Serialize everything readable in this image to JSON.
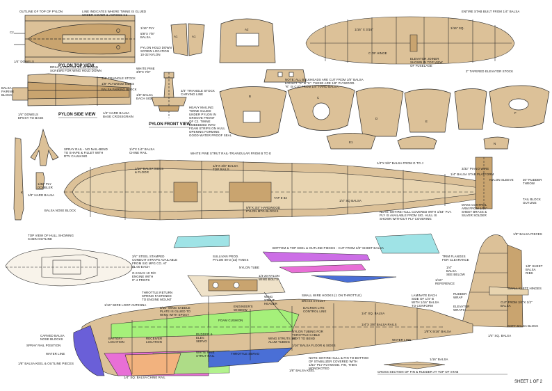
{
  "sheet": "SHEET 1 OF 2",
  "colors": {
    "wood": "#d8b98a",
    "wood_dark": "#c9a46f",
    "line": "#2a2a2a",
    "blue": "#4a6fd6",
    "cyan": "#9fe3e6",
    "purple": "#cc6ee6",
    "pink": "#e86fd6",
    "orange": "#f2b27e",
    "green": "#a5f07a",
    "violet": "#6a5fd8"
  },
  "titles": {
    "pylon_top": "PYLON TOP VIEW",
    "pylon_side": "PYLON SIDE VIEW",
    "pylon_front": "PYLON FRONT VIEW"
  },
  "part_letters": {
    "a1": "A1",
    "a1b": "A1",
    "a2": "A2",
    "b": "B",
    "c": "C",
    "d": "D",
    "e": "E",
    "e1": "E1",
    "f": "F",
    "n": "N",
    "k": "K"
  },
  "labels": {
    "outline_pylon": "OUTLINE OF TOP OF PYLON",
    "line_twine": "LINE INDICATES WHERE TWINE IS GLUED\nUNDER COVER & ACROSS C2",
    "ply_116": "1/16\" PLY",
    "balsa_5812": "5/8\"X 7/8\"\nBALSA",
    "pylon_hold": "PYLON HOLD DOWN\nSCREW LOCATION\n10-32 NYLON",
    "dowels_14": "1/4\" DOWELS",
    "c2": "C2",
    "entire_stab": "ENTIRE STAB BUILT FROM 1/4\" BALSA",
    "sq_116": "1/16\" SQ.",
    "sq_116b": "1/16\" X 3/16\"",
    "hinge": "C OF HINGE",
    "elevator_joiner": "ELEVATOR JOINER\nSHOWN IN TOP VIEW\nOF FUSELAGE",
    "tapered": "2\" TAPERED ELEVATOR STOCK",
    "drill_tap": "DRILL & TAP FOR 1/4-20 NYLON\nSCREWS FOR WING HOLD DOWN",
    "triangle": "3/4\" TRIANGLE STOCK",
    "plywood_sides": "1/8\" PLYWOOD SIDES",
    "balsa_fairing": "BALSA FAIRING BLOCK",
    "balsa_block_l": "BALSA\nFAIRING\nBLOCK",
    "dowels_epoxy": "1/4\" DOWELS\nEPOXY TO BASE",
    "hard_balsa_base": "1/4\" HARD BALSA\nBASE CROSSGRAIN",
    "white_pine": "WHITE PINE\n3/8\"X 7/8\"",
    "balsa_each": "1/8\" BALSA\nEACH SIDE",
    "triangle_stock2": "3/4\" TRIANGLE STOCK\nCARVING LINE",
    "heavy_twine": "HEAVY MAILING\nTWINE GLUED\nUNDER PYLON IN\nGROOVE FRONT\nOF C2. TWINE\nEMBEDDED INTO\nFOAM STRIPS ON HULL\nOPENING FORMING\nGOOD WATER PROOF SEAL",
    "bulkheads": "NOTE: ALL BULKHEADS ARE CUT FROM 1/8\" BALSA\nEXCEPT \"E\" & \"K\". THESE ARE 1/8\" PLYWOOD.\n\"K\" IS CUT FROM 1/8\" HARD BALSA",
    "spray_rail": "SPRAY RAIL - NO NAIL-BEND\nTO SHAPE & FILLET WITH\nRTV CAULKING",
    "chine_rail": "1/4\"X 1/4\" BALSA\nCHINE RAIL",
    "strut_rail": "WHITE PINE STRUT RAIL-TRIANGULAR FROM B TO E",
    "balsa_sides": "1/16\" BALSA SIDES\n& FLOOR",
    "balsa_332": "1/4\"X 3/8\" BALSA\nTOP RAILS",
    "balsa_1418": "1/4\"X 5/8\" BALSA FROM G TO J",
    "ply_doubler": "1/32\" PLY\nDOUBLER",
    "hard_balsa": "1/8\" HARD BALSA",
    "balsa_nose": "BALSA NOSE BLOCK",
    "tap_832": "TAP 8-32",
    "hardwood": "5/8\"X 3/4\" HARDWOOD\nPYLON MTG BLOCKS",
    "sq_balsa": "1/4\" SQ BALSA",
    "piano_wire": "3/32\" PIANO WIRE",
    "stab_platform": "1/4\" BALSA STAB PLATFORM",
    "nylon_sleeve": "NYLON SLEEVE",
    "rudder_throw": "30\" RUDDER\nTHROW",
    "tail_block": "TAIL BLOCK\nOUTLINE",
    "entire_hull": "NOTE: ENTIRE HULL COVERED WITH 1/64\" PLY.\nPLY IS AVAILABLE FROM SIG. HULL IS\nSHOWN WITHOUT PLY COVERING",
    "control_arm": "MAKE CONTROL\nARM FROM 1/16\"\nSHEET BRASS &\nSILVER SOLDER",
    "top_view_hull": "TOP VIEW OF HULL SHOWING\nCABIN OUTLINE",
    "bottom_keel": "BOTTOM & TOP KEEL & OUTLINE PIECES - CUT FROM 1/8\" SHEET BALSA",
    "balsa_pieces": "1/8\" BALSA PIECES",
    "trim_flanges": "TRIM FLANGES\nFOR CLEARANCE",
    "balsa_rib_see": "1/4\"\nBALSA\nSEE BELOW",
    "balsa_ribs": "1/8\" SHEET\nBALSA\nRIBS",
    "reference": "1/16\"\nREFERENCE",
    "small_hinges": "SMALL KLETT HINGES",
    "laminate": "LAMINATE EACH\nSIDE OF 1/4\" B\nWITH 1/16\" BALSA\nTO CONFORM",
    "rudder_wrap": "RUDDER\nWRAP",
    "elevator_wrap": "ELEVATOR\nWRAPS",
    "soft_balsa_3": "CUT FROM 3/4\"X 1/2\"\nBALSA",
    "soft_balsa_block": "SOFT BALSA BLOCK",
    "steel_straps": "3/4\" STEEL STAMPED\nCONDUIT STRAPS AVAILABLE\nFROM SIG MFG CO. AT\n$1.00 EACH",
    "sullivan": "SULLIVAN PROD.\nPYLON 09-3 (32) TANKS",
    "nylon_tube": "NYLON TUBE",
    "nylon_bolts": "1/4-20 NYLON\nWING BOLTS",
    "max_rc": "O.S MAX 10 R/C\nENGINE WITH\n9\"-4 PROPS",
    "throttle_return": "THROTTLE RETURN\nSPRING FASTENED\nTO ENGINE MOUNT",
    "wire_antenna": "1/16\" WIRE LOOP ANTENNA",
    "wing_saddle": "3/16\" WING SADDLE\nPLATE IS GLUED TO\nWING WITH EPOXY",
    "engineers": "ENGINEER'S\nWINDOW",
    "wing_strut_header": "WING\nSTRUT\nHEADER",
    "wire_hooks": "SMALL WIRE HOOKS (1 ON THROTTLE)",
    "brass_eyelet": "BRASS EYELET",
    "dacron": "DACRON LITE\nCONTROL LINE",
    "sq_balsa2": "1/4\" SQ. BALSA",
    "balsa_rails": "1/4\"X 3/8\" BALSA RAILS",
    "foam_cushion": "FOAM CUSHION",
    "nylon_tubing": "NYLON TUBING FOR\nTHROTTLE CABLE\nHEAT TO BEND",
    "wing_struts": "WING STRUTS 1/8\"\nALUM TUBING",
    "balsa_floor": "1/16\" BALSA FLOOR & SIDES",
    "balsa_rem": "1/8\"X 5/16\" BALSA",
    "water_line": "WATER LINE",
    "battery": "BATTERY\nLOCATION",
    "receiver": "RECEIVER\nLOCATION",
    "rudder_elev": "RUDDER &\nELEV.\nSERVO",
    "white_pine_strut": "WHITE PINE\nSTRUT RAIL",
    "throttle_servo": "THROTTLE SERVO",
    "carved_balsa": "CARVED BALSA\nNOSE BLOCKS",
    "spray_rail_pos": "SPRAY RAIL POSITION",
    "water_line2": "WATER LINE",
    "keel_outline": "1/8\" BALSA KEEL & OUTLINE PIECES",
    "chine_rail2": "1/4\" SQ. BALSA CHINE RAIL",
    "balsa_keel2": "1/8\" BALSA KEEL",
    "entire_hull_fin": "NOTE: ENTIRE HULL & FIN TO BOTTOM\nOF STABILIZER COVERED WITH\n1/64\" PLY PLYWOOD. FIN, THEN\nMONOKOTED",
    "cross_section": "CROSS SECTION OF FIN & RUDDER AT TOP OF STAB",
    "balsa_116": "1/16\" BALSA",
    "balsa_sq": "1/4\" SQ. BALSA"
  }
}
